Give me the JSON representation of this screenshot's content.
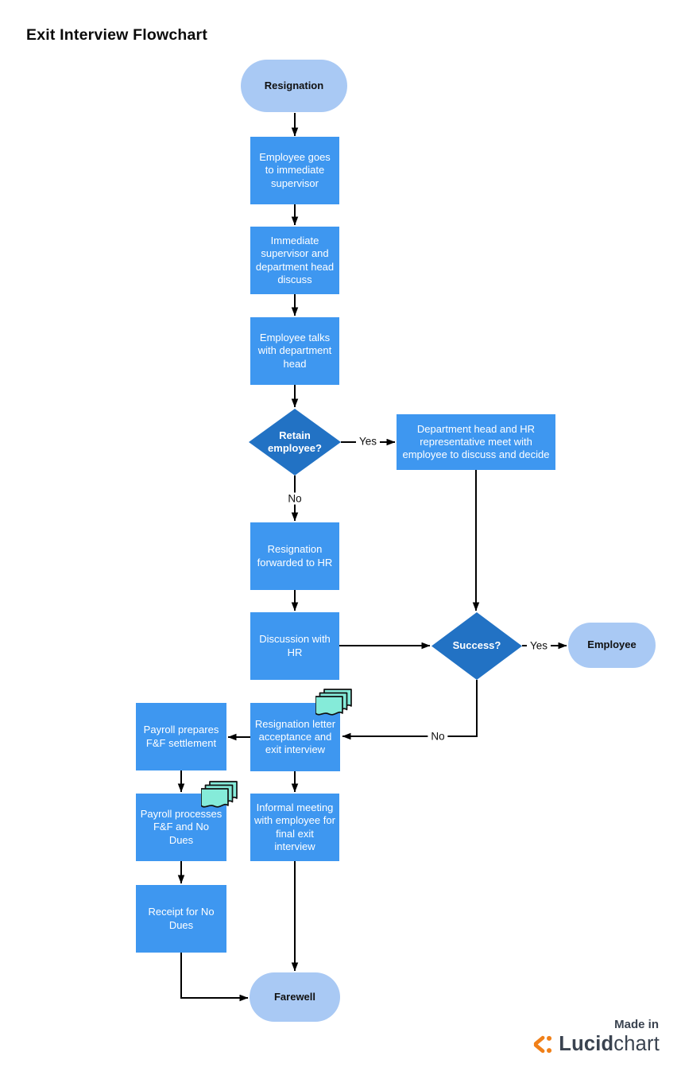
{
  "title": "Exit Interview Flowchart",
  "colors": {
    "process": "#3E97F0",
    "decision": "#2272C4",
    "terminator": "#A9C9F4",
    "document-icon": "#85EBD9",
    "connector": "#000000",
    "brand-orange": "#F08019",
    "brand-text": "#3A4350"
  },
  "nodes": {
    "resignation": "Resignation",
    "supervisor": "Employee goes to immediate supervisor",
    "discuss": "Immediate supervisor and department head discuss",
    "talks": "Employee talks with department head",
    "retain": "Retain employee?",
    "dept_meet": "Department head and HR representative meet with employee to discuss and decide",
    "forwarded": "Resignation forwarded to HR",
    "discussion_hr": "Discussion with HR",
    "success": "Success?",
    "employee": "Employee",
    "letter": "Resignation letter acceptance and exit interview",
    "informal": "Informal meeting with employee for final exit interview",
    "payroll_prepares": "Payroll prepares F&F settlement",
    "payroll_processes": "Payroll processes F&F and No Dues",
    "receipt": "Receipt for No Dues",
    "farewell": "Farewell"
  },
  "edge_labels": {
    "retain_yes": "Yes",
    "retain_no": "No",
    "success_yes": "Yes",
    "success_no": "No"
  },
  "footer": {
    "made_in": "Made in",
    "brand_bold": "Lucid",
    "brand_rest": "chart"
  }
}
